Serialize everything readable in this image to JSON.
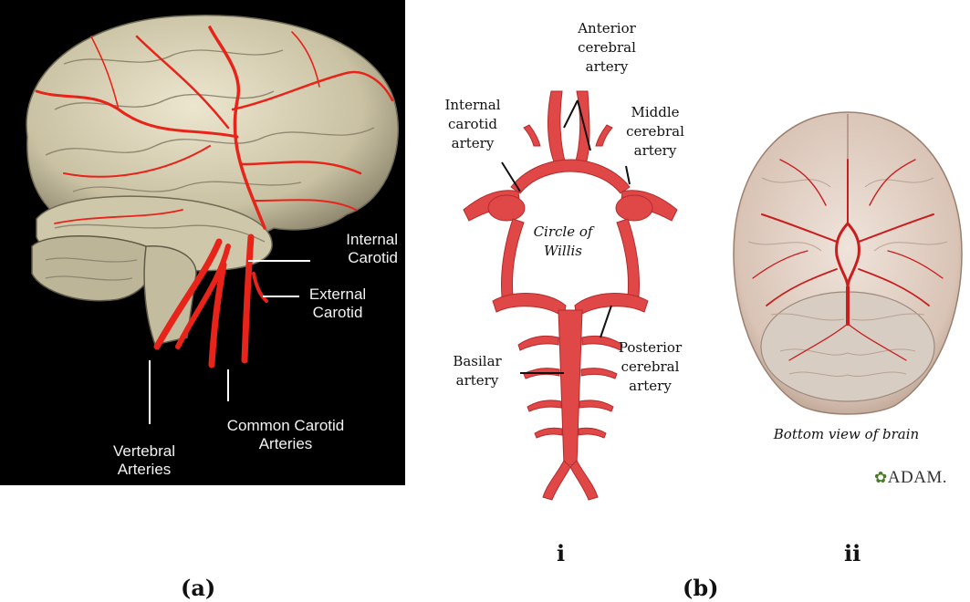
{
  "panel_a": {
    "labels": {
      "internal": [
        "Internal",
        "Carotid"
      ],
      "external": [
        "External",
        "Carotid"
      ],
      "common": [
        "Common Carotid",
        "Arteries"
      ],
      "vertebral": [
        "Vertebral",
        "Arteries"
      ]
    },
    "colors": {
      "background": "#000000",
      "brain": "#d9d2b8",
      "artery": "#e8231a"
    }
  },
  "panel_b_i": {
    "labels": {
      "anterior": [
        "Anterior",
        "cerebral",
        "artery"
      ],
      "internal": [
        "Internal",
        "carotid",
        "artery"
      ],
      "middle": [
        "Middle",
        "cerebral",
        "artery"
      ],
      "circle": [
        "Circle of",
        "Willis"
      ],
      "basilar": [
        "Basilar",
        "artery"
      ],
      "posterior": [
        "Posterior",
        "cerebral",
        "artery"
      ]
    },
    "colors": {
      "artery": "#e04848"
    }
  },
  "panel_b_ii": {
    "caption": "Bottom view of brain",
    "logo_text": "ADAM."
  },
  "captions": {
    "a": "(a)",
    "b": "(b)",
    "i": "i",
    "ii": "ii"
  }
}
